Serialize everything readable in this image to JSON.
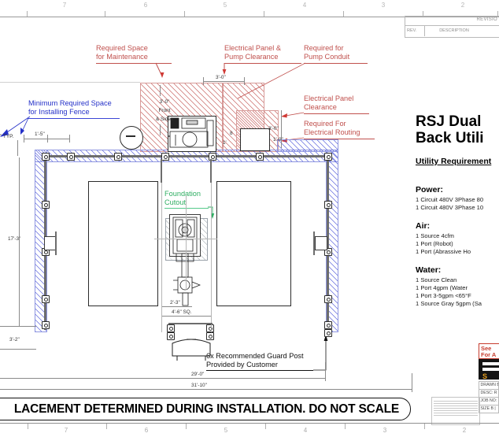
{
  "drawing": {
    "banner_text": "LACEMENT DETERMINED DURING INSTALLATION. DO NOT SCALE",
    "ruler_top": [
      "7",
      "6",
      "5",
      "4",
      "3",
      "2"
    ],
    "ruler_bottom": [
      "7",
      "6",
      "5",
      "4",
      "3",
      "2"
    ]
  },
  "revision_block": {
    "title": "REVISIO",
    "col_rev": "REV.",
    "col_description": "DESCRIPTION"
  },
  "callouts": [
    {
      "id": "required-space-maintenance",
      "text": "Required Space\nfor Maintenance",
      "color": "#c0504d"
    },
    {
      "id": "electrical-panel-pump-clearance",
      "text": "Electrical Panel &\nPump Clearance",
      "color": "#c0504d"
    },
    {
      "id": "required-pump-conduit",
      "text": "Required for\nPump Conduit",
      "color": "#c0504d"
    },
    {
      "id": "electrical-panel-clearance",
      "text": "Electrical Panel\nClearance",
      "color": "#c0504d"
    },
    {
      "id": "required-electrical-routing",
      "text": "Required For\nElectrical Routing",
      "color": "#c0504d"
    },
    {
      "id": "minimum-required-space-fence",
      "text": "Minimum Required Space\nfor Installing Fence",
      "color": "#2430c8"
    },
    {
      "id": "foundation-cutout",
      "text": "Foundation\nCutout",
      "color": "#2fae62"
    },
    {
      "id": "guard-post-note",
      "text": "6x Recommended Guard Post\nProvided by Customer",
      "color": "#111111"
    }
  ],
  "dimensions": {
    "typ": "\" TYP.",
    "fence_offset": "1'-5\"",
    "maintenance_front_sides": "3'-0\"\nFront\n& Sides",
    "panel_clearance_top": "3'-0\"",
    "panel_clearance_right": "3'-0\"",
    "electrical_routing": "1'-0\"",
    "conduit_small": "8",
    "conduit_tick": "1'",
    "height_inner": "17'-3\"",
    "height_lower": "3'-2\"",
    "cutout_depth": "2'-3\"",
    "cutout_square": "4'-6\" SQ.",
    "overall_inner": "29'-0\"",
    "overall_outer": "31'-10\""
  },
  "info_panel": {
    "title_line1": "RSJ Dual",
    "title_line2": "Back Utili",
    "section_heading": "Utility Requirement",
    "groups": [
      {
        "heading": "Power:",
        "lines": [
          "1 Circuit 480V 3Phase 80",
          "1 Circuit 480V 3Phase 10"
        ]
      },
      {
        "heading": "Air:",
        "lines": [
          "1 Source 4cfm",
          "     1 Port (Robot)",
          "       1 Port (Abrassive Ho"
        ]
      },
      {
        "heading": "Water:",
        "lines": [
          "1 Source Clean",
          "      1 Port 4gpm (Water",
          "      1 Port 3-5gpm <65°F",
          "1 Source Gray 5gpm (Sa"
        ]
      }
    ]
  },
  "title_block": {
    "see_line1": "See",
    "see_line2": "For A",
    "logo_letter": "S",
    "rows": [
      "DRAWN B",
      "DESC:                 R",
      "JOB NO:  E",
      "SIZE   B   |"
    ],
    "notes_placeholder": "PROPRIETARY AND CONFIDENTIAL"
  }
}
